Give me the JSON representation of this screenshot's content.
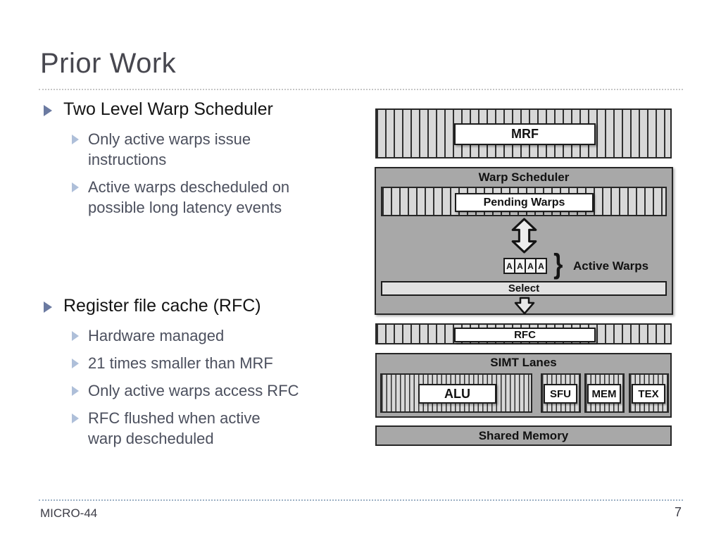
{
  "title": "Prior Work",
  "bullets": {
    "group1": {
      "heading": "Two Level Warp Scheduler",
      "items": [
        "Only active warps issue\ninstructions",
        "Active warps descheduled on\npossible long latency events"
      ]
    },
    "group2": {
      "heading": "Register file cache (RFC)",
      "items": [
        "Hardware managed",
        "21 times smaller than MRF",
        "Only active warps access RFC",
        "RFC flushed when active\nwarp descheduled"
      ]
    }
  },
  "diagram": {
    "mrf": "MRF",
    "warp_scheduler": "Warp Scheduler",
    "pending_warps": "Pending Warps",
    "active_cells": [
      "A",
      "A",
      "A",
      "A"
    ],
    "brace": "}",
    "active_warps": "Active Warps",
    "select": "Select",
    "rfc": "RFC",
    "simt_lanes": "SIMT Lanes",
    "units": [
      "ALU",
      "SFU",
      "MEM",
      "TEX"
    ],
    "shared_memory": "Shared Memory"
  },
  "footer": {
    "left": "MICRO-44",
    "page": "7"
  },
  "colors": {
    "title_text": "#47474f",
    "body_text": "#4c505e",
    "bullet_l1": "#6b7aa1",
    "bullet_l2": "#aebfd9",
    "diagram_gray": "#a8a8a8",
    "stripe_light": "#d8d8d8",
    "border_dark": "#262626",
    "footer_rule": "#9cb0c4"
  }
}
